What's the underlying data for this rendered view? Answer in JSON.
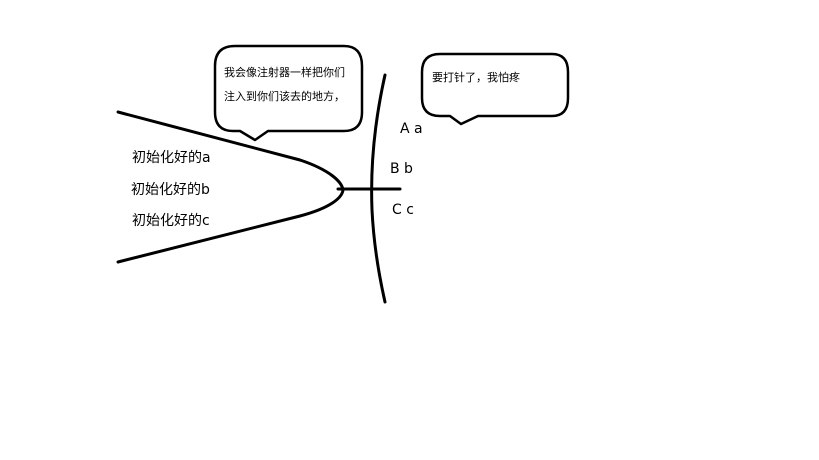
{
  "syringe": {
    "labels": [
      "初始化好的a",
      "初始化好的b",
      "初始化好的c"
    ],
    "speech": [
      "我会像注射器一样把你们",
      "注入到你们该去的地方，"
    ]
  },
  "target": {
    "labels": [
      "A a",
      "B b",
      "C c"
    ],
    "speech": [
      "要打针了，我怕疼"
    ]
  },
  "colors": {
    "stroke": "#000000",
    "background": "#ffffff"
  }
}
